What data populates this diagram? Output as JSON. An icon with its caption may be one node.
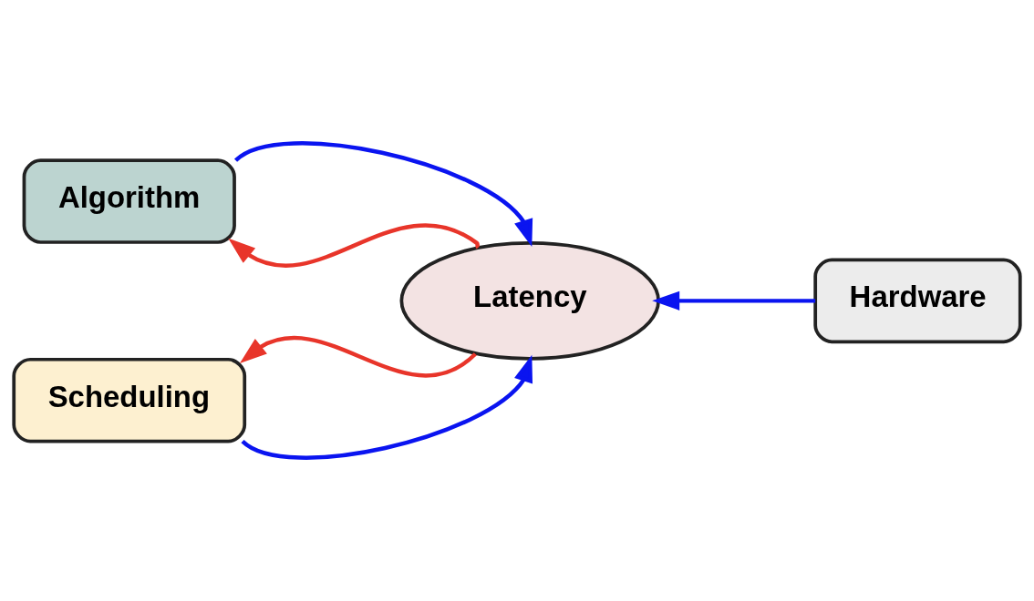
{
  "diagram": {
    "nodes": [
      {
        "text": [
          "Algorithm"
        ]
      },
      {
        "text": [
          "Latency"
        ]
      },
      {
        "text": [
          "Hardware"
        ]
      },
      {
        "text": [
          "Scheduling"
        ]
      }
    ],
    "edges": [
      {
        "from": 0,
        "to": 1,
        "arrow": "to"
      },
      {
        "from": 1,
        "to": 0,
        "arrow": "to",
        "color": "#e8352a"
      },
      {
        "from": 1,
        "to": 3,
        "arrow": "to",
        "color": "#e8352a"
      },
      {
        "from": 3,
        "to": 1,
        "arrow": "to"
      },
      {
        "from": 2,
        "to": 1,
        "arrow": "to"
      }
    ]
  }
}
